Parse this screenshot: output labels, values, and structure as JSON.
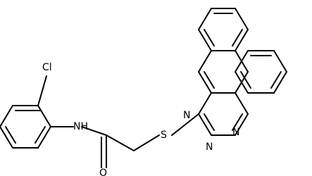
{
  "molecule": {
    "atom_labels": {
      "chlorine": "Cl",
      "amide_nitrogen": "NH",
      "carbonyl_oxygen": "O",
      "sulfur": "S",
      "triazine_n_top": "N",
      "triazine_n_bottom_left": "N",
      "triazine_n_bottom_right": "N"
    }
  }
}
